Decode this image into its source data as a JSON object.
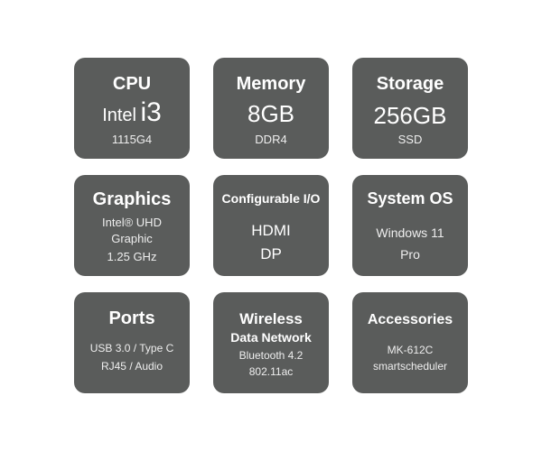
{
  "tiles": {
    "cpu": {
      "title": "CPU",
      "value_prefix": "Intel",
      "value_main": "i3",
      "sub": "1115G4"
    },
    "memory": {
      "title": "Memory",
      "value": "8GB",
      "sub": "DDR4"
    },
    "storage": {
      "title": "Storage",
      "value": "256GB",
      "sub": "SSD"
    },
    "graphics": {
      "title": "Graphics",
      "line1": "Intel® UHD",
      "line2": "Graphic",
      "line3": "1.25 GHz"
    },
    "io": {
      "title": "Configurable I/O",
      "line1": "HDMI",
      "line2": "DP"
    },
    "os": {
      "title": "System OS",
      "line1": "Windows 11",
      "line2": "Pro"
    },
    "ports": {
      "title": "Ports",
      "line1": "USB 3.0 / Type C",
      "line2": "RJ45 / Audio"
    },
    "wireless": {
      "title1": "Wireless",
      "title2": "Data Network",
      "line1": "Bluetooth 4.2",
      "line2": "802.11ac"
    },
    "accessories": {
      "title": "Accessories",
      "line1": "MK-612C",
      "line2": "smartscheduler"
    }
  }
}
